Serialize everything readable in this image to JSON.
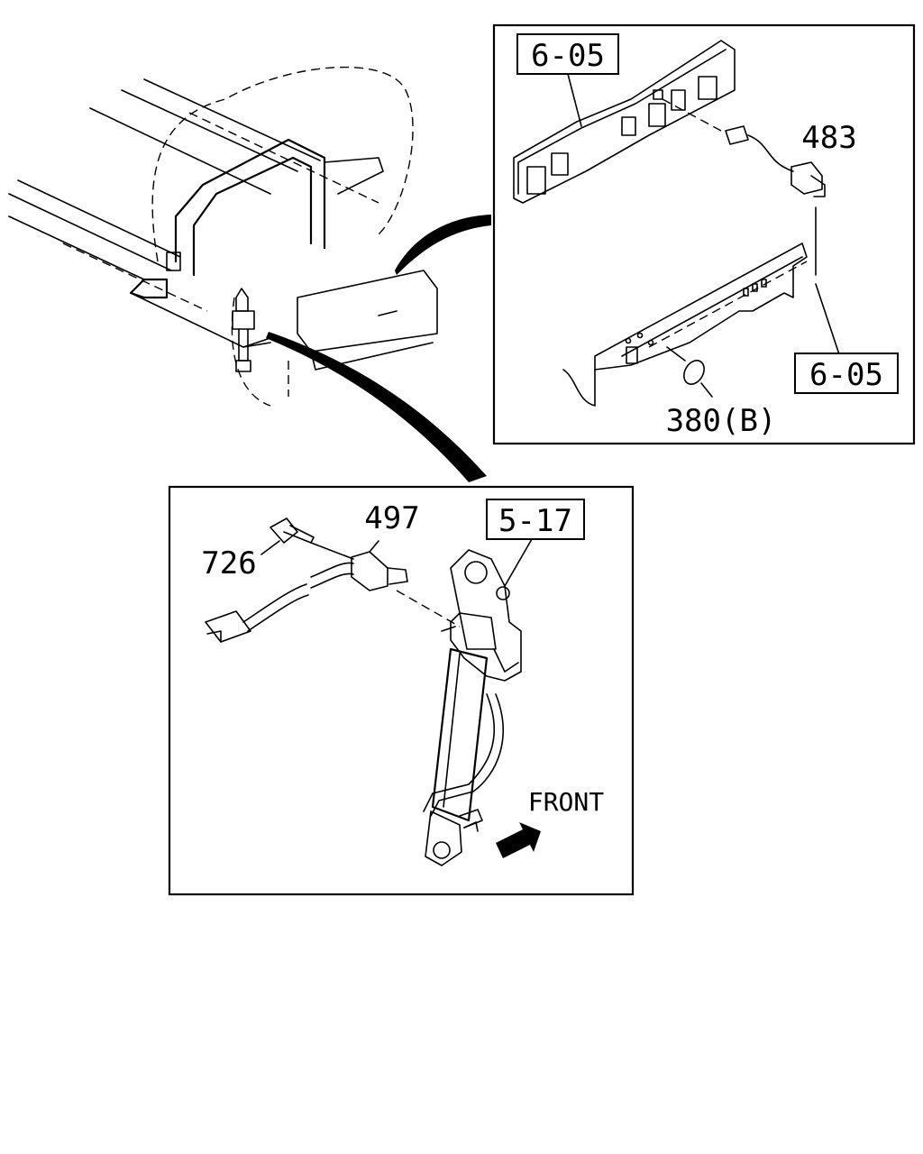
{
  "callouts": {
    "ref_605_top": "6-05",
    "ref_605_bottom": "6-05",
    "ref_517": "5-17",
    "part_483": "483",
    "part_380b": "380(B)",
    "part_497": "497",
    "part_726": "726",
    "front_label": "FRONT"
  }
}
